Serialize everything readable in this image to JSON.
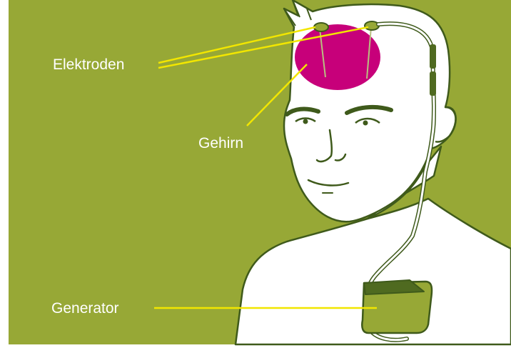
{
  "labels": {
    "electrodes": "Elektroden",
    "brain": "Gehirn",
    "generator": "Generator"
  },
  "colors": {
    "background": "#97a836",
    "outline": "#3f5a1b",
    "skin": "#ffffff",
    "brain": "#c7007a",
    "leader_line": "#f2e600",
    "device": "#97a836",
    "device_dark": "#4f6a20",
    "label_text": "#ffffff"
  }
}
